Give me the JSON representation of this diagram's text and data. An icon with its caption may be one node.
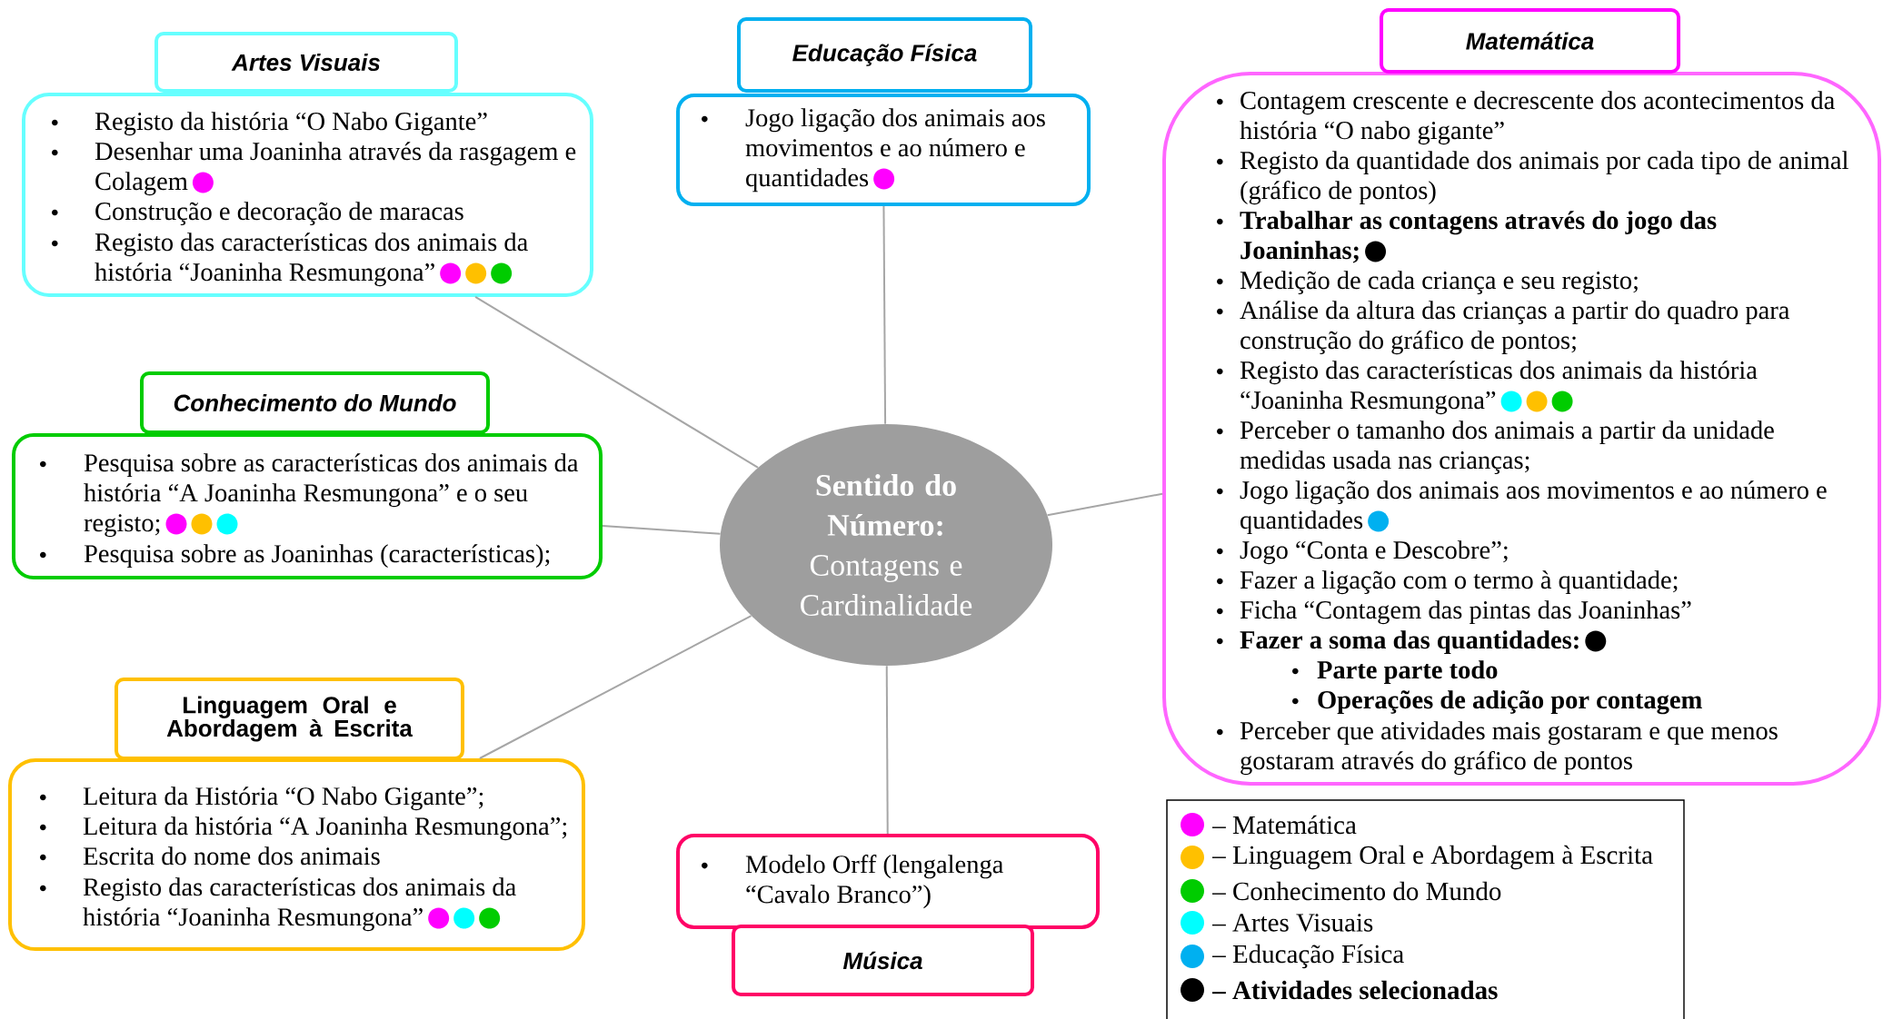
{
  "diagram": {
    "nodes": [
      {
        "text": [
          "Artes Visuais"
        ]
      },
      {
        "text": [
          "Registo da história “O Nabo Gigante”",
          "Desenhar uma Joaninha através da rasgagem e Colagem",
          "Construção e decoração de maracas",
          "Registo das características dos animais da história “Joaninha Resmungona”"
        ]
      },
      {
        "text": [
          "Educação Física"
        ]
      },
      {
        "text": [
          "Jogo ligação dos animais aos movimentos e ao número e quantidades"
        ]
      },
      {
        "text": [
          "Matemática"
        ]
      },
      {
        "text": [
          "Contagem crescente e decrescente dos acontecimentos da história “O nabo gigante”",
          "Registo da quantidade dos animais por cada tipo de animal (gráfico de pontos)",
          "Trabalhar as contagens através do jogo das Joaninhas;",
          "Medição de cada criança e seu registo;",
          "Análise da altura das crianças a partir do quadro para construção do gráfico de pontos;",
          "Registo das características dos animais da história “Joaninha Resmungona”",
          "Perceber o tamanho dos animais a partir da unidade medidas usada nas crianças;",
          "Jogo ligação dos animais aos movimentos e ao número e quantidades",
          "Jogo “Conta e Descobre”;",
          "Fazer a ligação com o termo à quantidade;",
          "Ficha “Contagem das pintas das Joaninhas”",
          "Fazer a soma das quantidades:",
          "Parte parte todo",
          "Operações de adição por contagem",
          "Perceber que atividades mais gostaram e que menos gostaram através do gráfico de pontos"
        ]
      },
      {
        "text": [
          "Conhecimento do Mundo"
        ]
      },
      {
        "text": [
          "Pesquisa sobre as características dos animais da história “A Joaninha Resmungona” e o seu registo;",
          "Pesquisa sobre as Joaninhas (características);"
        ]
      },
      {
        "text": [
          "Sentido do Número:",
          "Contagens e Cardinalidade"
        ]
      },
      {
        "text": [
          "Linguagem Oral e Abordagem à Escrita"
        ]
      },
      {
        "text": [
          "Leitura da História “O Nabo Gigante”;",
          "Leitura da história “A Joaninha Resmungona”;",
          "Escrita do nome dos animais",
          "Registo das características dos animais da história “Joaninha Resmungona”"
        ]
      },
      {
        "text": [
          "Modelo Orff (lengalenga “Cavalo Branco”)"
        ]
      },
      {
        "text": [
          "Música"
        ]
      }
    ],
    "edges": [
      {
        "from": 8,
        "to": 1,
        "arrow": "none"
      },
      {
        "from": 8,
        "to": 3,
        "arrow": "none"
      },
      {
        "from": 8,
        "to": 5,
        "arrow": "none"
      },
      {
        "from": 8,
        "to": 7,
        "arrow": "none"
      },
      {
        "from": 8,
        "to": 10,
        "arrow": "none"
      },
      {
        "from": 8,
        "to": 11,
        "arrow": "none"
      }
    ],
    "legend": [
      {
        "text": "– Matemática",
        "color": "#ff00ff"
      },
      {
        "text": "– Linguagem Oral e Abordagem à Escrita",
        "color": "#ffc000"
      },
      {
        "text": "– Conhecimento do Mundo",
        "color": "#00cc00"
      },
      {
        "text": "– Artes Visuais",
        "color": "#00ffff"
      },
      {
        "text": "– Educação Física",
        "color": "#00b0f0"
      },
      {
        "text": "– Atividades selecionadas",
        "color": "#000000"
      }
    ]
  }
}
